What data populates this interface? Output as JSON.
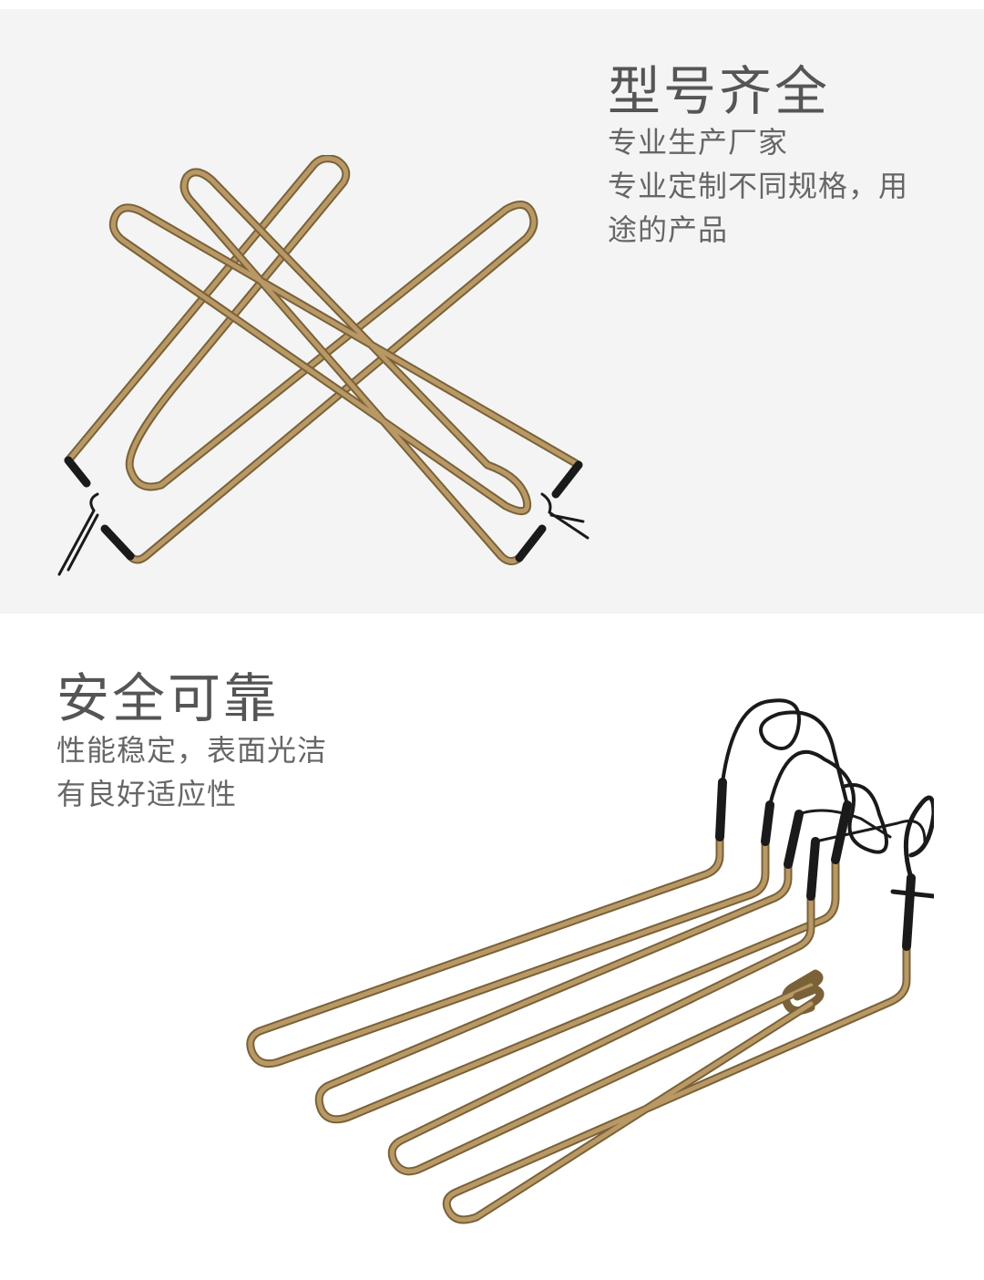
{
  "colors": {
    "top_background": "#f4f4f4",
    "bottom_background": "#ffffff",
    "heading_text": "#555555",
    "body_text": "#666666",
    "copper_tube": "#a88a5a",
    "copper_tube_dark": "#7a6138",
    "wire_black": "#1a1a1a"
  },
  "section_top": {
    "title": "型号齐全",
    "lines": [
      "专业生产厂家",
      "专业定制不同规格，用",
      "途的产品"
    ],
    "image_icon": "x-shaped-heating-element"
  },
  "section_bottom": {
    "title": "安全可靠",
    "lines": [
      "性能稳定，表面光洁",
      "有良好适应性"
    ],
    "image_icon": "u-shaped-heating-element"
  }
}
